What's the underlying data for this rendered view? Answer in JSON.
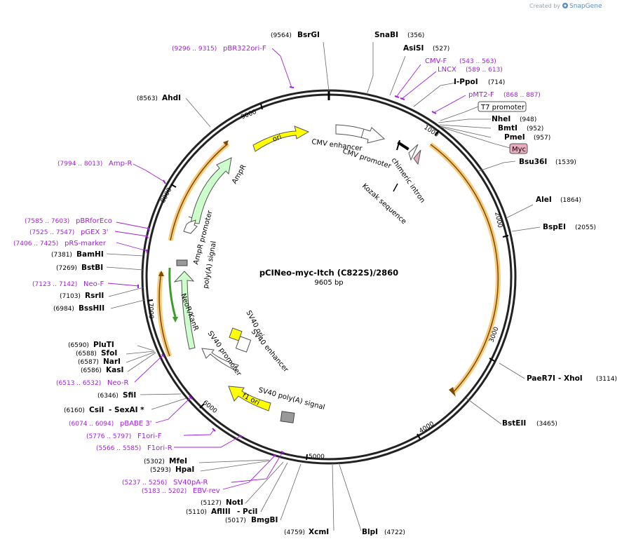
{
  "plasmid": {
    "name": "pCINeo-myc-Itch (C822S)/2860",
    "length_label": "9605 bp"
  },
  "credit": {
    "prefix": "Created by",
    "brand": "SnapGene"
  },
  "ticks": [
    "1000",
    "2000",
    "3000",
    "4000",
    "5000",
    "6000",
    "7000",
    "8000",
    "9000"
  ],
  "enzymes": [
    {
      "name": "BsrGI",
      "pos": "(9564)"
    },
    {
      "name": "SnaBI",
      "pos": "(356)"
    },
    {
      "name": "AsiSI",
      "pos": "(527)"
    },
    {
      "name": "I-PpoI",
      "pos": "(714)"
    },
    {
      "name": "NheI",
      "pos": "(948)"
    },
    {
      "name": "BmtI",
      "pos": "(952)"
    },
    {
      "name": "PmeI",
      "pos": "(957)"
    },
    {
      "name": "Bsu36I",
      "pos": "(1539)"
    },
    {
      "name": "AleI",
      "pos": "(1864)"
    },
    {
      "name": "BspEI",
      "pos": "(2055)"
    },
    {
      "name": "PaeR7I",
      "pos": "(3114)",
      "extra": " - XhoI"
    },
    {
      "name": "BstEII",
      "pos": "(3465)"
    },
    {
      "name": "BlpI",
      "pos": "(4722)"
    },
    {
      "name": "XcmI",
      "pos": "(4759)"
    },
    {
      "name": "BmgBI",
      "pos": "(5017)"
    },
    {
      "name": "AflIII",
      "pos": "(5110)",
      "extra": " - PciI"
    },
    {
      "name": "NotI",
      "pos": "(5127)"
    },
    {
      "name": "HpaI",
      "pos": "(5293)"
    },
    {
      "name": "MfeI",
      "pos": "(5302)"
    },
    {
      "name": "CsiI",
      "pos": "(6160)",
      "extra": " - SexAI *"
    },
    {
      "name": "SfiI",
      "pos": "(6346)"
    },
    {
      "name": "KasI",
      "pos": "(6586)"
    },
    {
      "name": "NarI",
      "pos": "(6587)"
    },
    {
      "name": "SfoI",
      "pos": "(6588)"
    },
    {
      "name": "PluTI",
      "pos": "(6590)"
    },
    {
      "name": "BssHII",
      "pos": "(6984)"
    },
    {
      "name": "RsrII",
      "pos": "(7103)"
    },
    {
      "name": "BstBI",
      "pos": "(7269)"
    },
    {
      "name": "BamHI",
      "pos": "(7381)"
    },
    {
      "name": "AhdI",
      "pos": "(8563)"
    }
  ],
  "primers": [
    {
      "name": "pBR322ori-F",
      "pos": "(9296 .. 9315)"
    },
    {
      "name": "CMV-F",
      "pos": "(543 .. 563)"
    },
    {
      "name": "LNCX",
      "pos": "(589 .. 613)"
    },
    {
      "name": "pMT2-F",
      "pos": "(868 .. 887)"
    },
    {
      "name": "Amp-R",
      "pos": "(7994 .. 8013)"
    },
    {
      "name": "pBRforEco",
      "pos": "(7585 .. 7603)"
    },
    {
      "name": "pGEX 3'",
      "pos": "(7525 .. 7547)"
    },
    {
      "name": "pRS-marker",
      "pos": "(7406 .. 7425)"
    },
    {
      "name": "Neo-F",
      "pos": "(7123 .. 7142)"
    },
    {
      "name": "Neo-R",
      "pos": "(6513 .. 6532)"
    },
    {
      "name": "pBABE 3'",
      "pos": "(6074 .. 6094)"
    },
    {
      "name": "F1ori-F",
      "pos": "(5776 .. 5797)"
    },
    {
      "name": "F1ori-R",
      "pos": "(5566 .. 5585)"
    },
    {
      "name": "SV40pA-R",
      "pos": "(5237 .. 5256)"
    },
    {
      "name": "EBV-rev",
      "pos": "(5183 .. 5202)"
    }
  ],
  "boxed_labels": [
    {
      "text": "T7 promoter"
    },
    {
      "text": "Myc"
    }
  ],
  "features": [
    {
      "text": "ori"
    },
    {
      "text": "CMV enhancer"
    },
    {
      "text": "CMV promoter"
    },
    {
      "text": "chimeric intron"
    },
    {
      "text": "Kozak sequence"
    },
    {
      "text": "AmpR"
    },
    {
      "text": "AmpR promoter"
    },
    {
      "text": "poly(A) signal"
    },
    {
      "text": "NeoR/KanR"
    },
    {
      "text": "SV40 promoter"
    },
    {
      "text": "SV40 ori"
    },
    {
      "text": "SV40 enhancer"
    },
    {
      "text": "f1 ori"
    },
    {
      "text": "SV40 poly(A) signal"
    }
  ],
  "colors": {
    "backbone": "#222222",
    "primer": "#a020d8",
    "ori": "#ffff00",
    "ampr": "#ccffcc",
    "orf_highlight": "#f7c97a",
    "myc": "#e8aec0",
    "polyA": "#999999"
  }
}
